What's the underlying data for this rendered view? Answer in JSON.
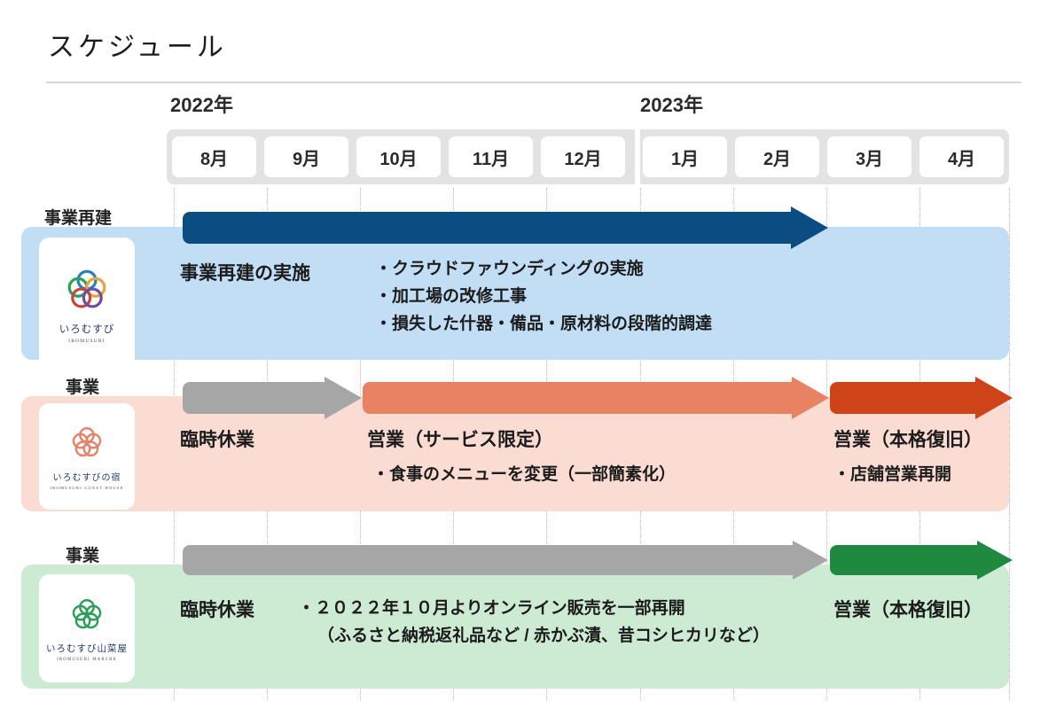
{
  "page": {
    "title": "スケジュール"
  },
  "timeline": {
    "years": [
      {
        "label": "2022年"
      },
      {
        "label": "2023年"
      }
    ],
    "months": [
      "8月",
      "9月",
      "10月",
      "11月",
      "12月",
      "1月",
      "2月",
      "3月",
      "4月"
    ]
  },
  "rows": [
    {
      "tag": "事業再建",
      "logo": {
        "name": "いろむすび",
        "sub": "IROMUSUBI",
        "colors": [
          "#2a7fc1",
          "#2e9e5b",
          "#c8453a",
          "#e8a33d",
          "#6c4ea3"
        ]
      },
      "bg_color": "#c2deF5",
      "phase_label": "事業再建の実施",
      "bullets": [
        "・クラウドファウンディングの実施",
        "・加工場の改修工事",
        "・損失した什器・備品・原材料の段階的調達"
      ],
      "bars": [
        {
          "name": "rebuild-arrow",
          "color": "#0b4d82",
          "start_month": "8月",
          "end_month": "2月"
        }
      ]
    },
    {
      "tag": "事業",
      "logo": {
        "name": "いろむすびの宿",
        "sub": "IROMUSUBI GUEST HOUSE",
        "colors": [
          "#e3856c",
          "#d9604a",
          "#e8a390"
        ]
      },
      "bg_color": "#fadcd3",
      "phase_label": "臨時休業",
      "phase_label_2": "営業（サービス限定）",
      "phase_label_3": "営業（本格復旧）",
      "bullets_2": [
        "・食事のメニューを変更（一部簡素化）"
      ],
      "bullets_3": [
        "・店舗営業再開"
      ],
      "bars": [
        {
          "name": "closed-arrow",
          "color": "#a6a6a6",
          "start_month": "8月",
          "end_month": "9月"
        },
        {
          "name": "limited-service-arrow",
          "color": "#e98163",
          "start_month": "10月",
          "end_month": "2月"
        },
        {
          "name": "full-recovery-arrow",
          "color": "#cf4318",
          "start_month": "3月",
          "end_month": "4月"
        }
      ]
    },
    {
      "tag": "事業",
      "logo": {
        "name": "いろむすび山菜屋",
        "sub": "IROMUSUBI MARCHE",
        "colors": [
          "#2e9e5b",
          "#1f8a4c"
        ]
      },
      "bg_color": "#cdebd3",
      "phase_label": "臨時休業",
      "phase_label_3": "営業（本格復旧）",
      "bullets": [
        "・２０２２年１０月よりオンライン販売を一部再開",
        "（ふるさと納税返礼品など / 赤かぶ漬、昔コシヒカリなど）"
      ],
      "bars": [
        {
          "name": "closed-arrow",
          "color": "#a6a6a6",
          "start_month": "8月",
          "end_month": "2月"
        },
        {
          "name": "full-recovery-arrow",
          "color": "#1f8a3f",
          "start_month": "3月",
          "end_month": "4月"
        }
      ]
    }
  ],
  "colors": {
    "title_rule": "#d7d7d9",
    "month_track": "#e3e3e3",
    "month_cell": "#ffffff",
    "gridline": "#bdbdbd",
    "text": "#1b1b1b"
  }
}
